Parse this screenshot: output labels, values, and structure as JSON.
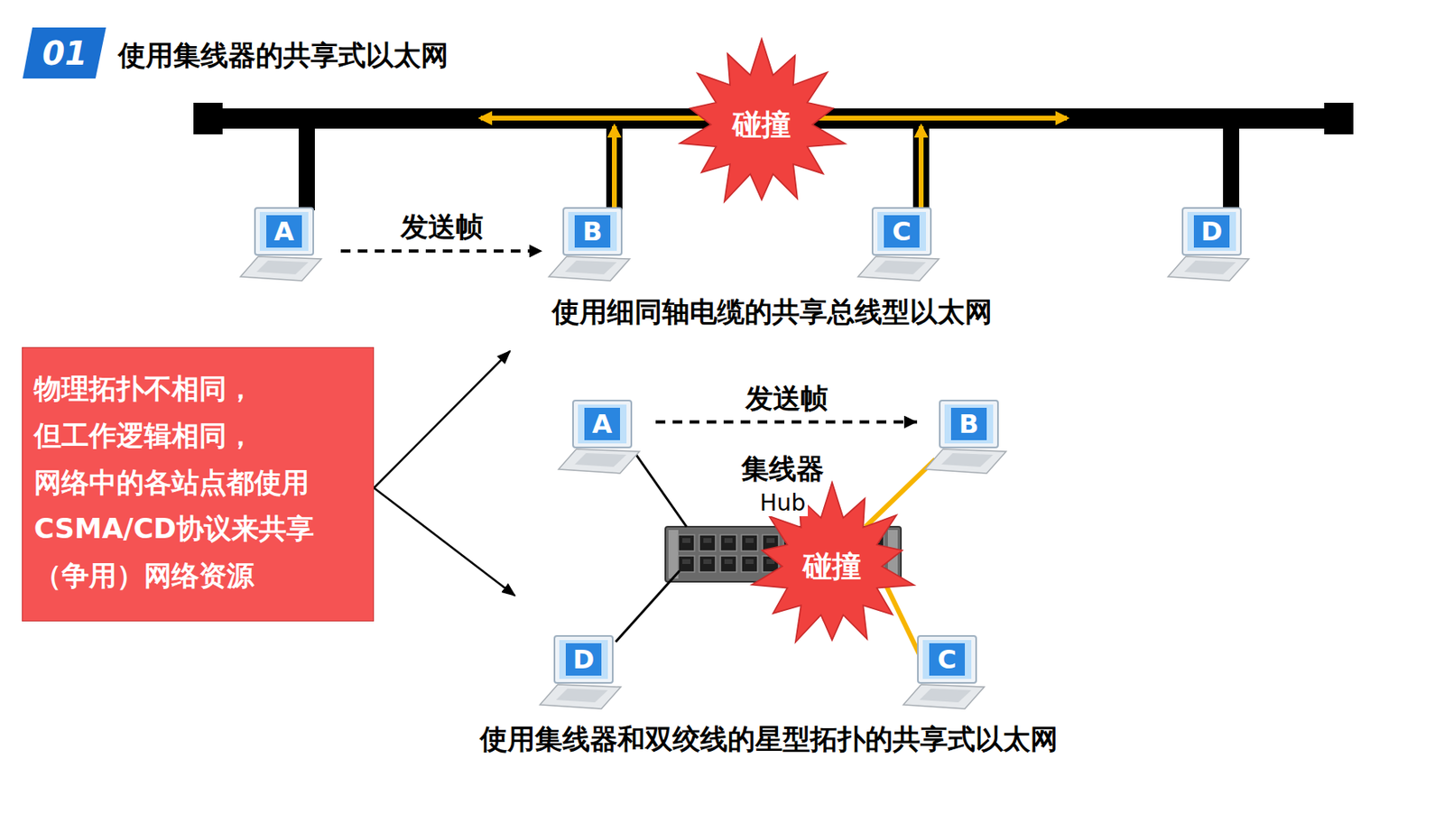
{
  "diagram": {
    "title": "使用集线器的共享式以太网",
    "nodes": [
      {
        "text": [
          "碰撞"
        ]
      },
      {
        "text": [
          "A"
        ]
      },
      {
        "text": [
          "B"
        ]
      },
      {
        "text": [
          "C"
        ]
      },
      {
        "text": [
          "D"
        ]
      },
      {
        "text": [
          "物理拓扑不相同， 但工作逻辑相同， 网络中的各站点都使用 CSMA/CD协议来共享 （争用）网络资源"
        ]
      },
      {
        "text": [
          "A"
        ]
      },
      {
        "text": [
          "B"
        ]
      },
      {
        "text": [
          "集线器",
          "Hub"
        ]
      },
      {
        "text": [
          "碰撞"
        ]
      },
      {
        "text": [
          "D"
        ]
      },
      {
        "text": [
          "C"
        ]
      }
    ],
    "edges": [
      {
        "from": 1,
        "to": 2,
        "label": "发送帧",
        "arrow": "to"
      },
      {
        "from": 6,
        "to": 7,
        "label": "发送帧",
        "arrow": "to"
      },
      {
        "from": 6,
        "to": 8,
        "arrow": "none"
      },
      {
        "from": 7,
        "to": 8,
        "arrow": "none"
      },
      {
        "from": 10,
        "to": 8,
        "arrow": "none"
      },
      {
        "from": 11,
        "to": 8,
        "arrow": "none"
      }
    ],
    "labels": [
      "01",
      "使用细同轴电缆的共享总线型以太网",
      "使用集线器和双绞线的星型拓扑的共享式以太网"
    ]
  }
}
